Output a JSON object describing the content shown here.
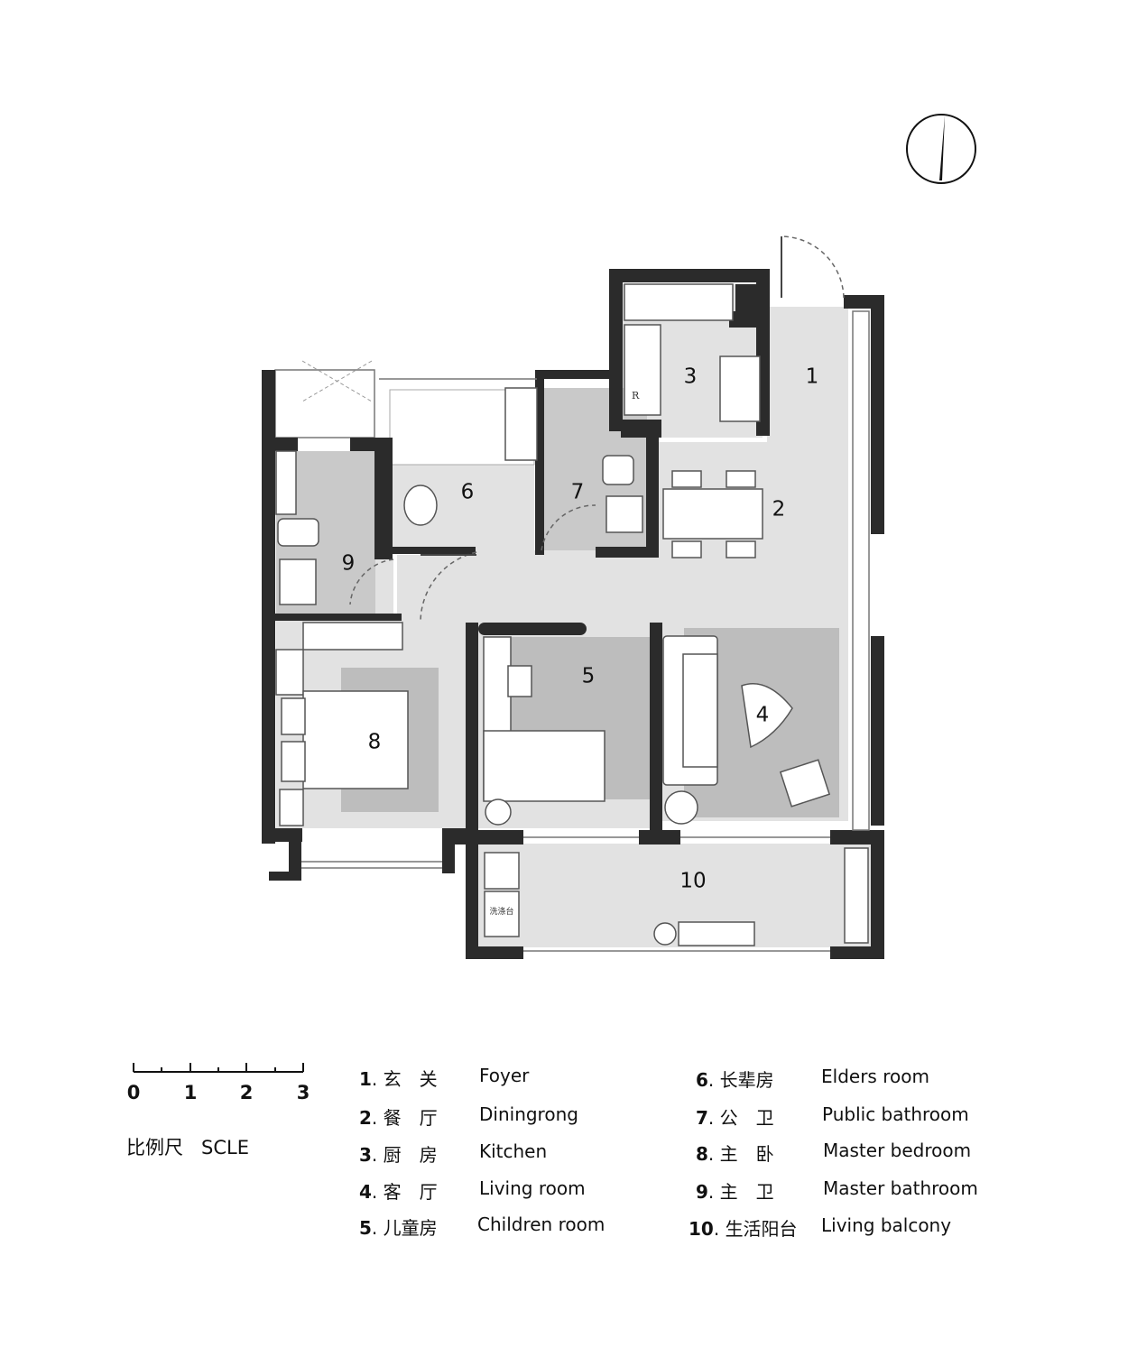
{
  "rooms": [
    {
      "num": "1",
      "cn": "玄　关",
      "en": "Foyer"
    },
    {
      "num": "2",
      "cn": "餐　厅",
      "en": "Diningrong"
    },
    {
      "num": "3",
      "cn": "厨　房",
      "en": "Kitchen"
    },
    {
      "num": "4",
      "cn": "客　厅",
      "en": "Living room"
    },
    {
      "num": "5",
      "cn": "儿童房",
      "en": "Children room"
    },
    {
      "num": "6",
      "cn": "长辈房",
      "en": "Elders room"
    },
    {
      "num": "7",
      "cn": "公　卫",
      "en": "Public bathroom"
    },
    {
      "num": "8",
      "cn": "主　卧",
      "en": "Master bedroom"
    },
    {
      "num": "9",
      "cn": "主　卫",
      "en": "Master bathroom"
    },
    {
      "num": "10",
      "cn": "生活阳台",
      "en": "Living balcony"
    }
  ],
  "scale": {
    "ticks": [
      "0",
      "1",
      "2",
      "3"
    ],
    "title_cn": "比例尺",
    "title_en": "SCLE"
  },
  "fixture_labels": {
    "fridge": "R",
    "wash_basin": "洗涤台"
  },
  "colors": {
    "wall": "#2b2b2b",
    "floor_light": "#e2e2e2",
    "floor_mid": "#c9c9c9",
    "rug": "#bdbdbd",
    "fixture": "#ffffff"
  }
}
